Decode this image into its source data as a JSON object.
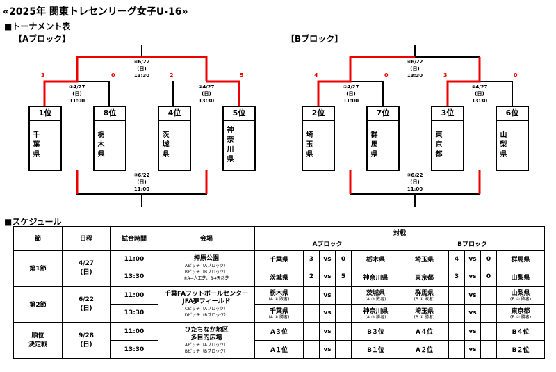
{
  "title": "«2025年 関東トレセンリーグ女子U-16»",
  "tournament_heading": "■トーナメント表",
  "schedule_heading": "■スケジュール",
  "block_a": {
    "label": "【Aブロック】",
    "teams": [
      {
        "rank": "1位",
        "name": "千葉県"
      },
      {
        "rank": "8位",
        "name": "栃木県"
      },
      {
        "rank": "4位",
        "name": "茨城県"
      },
      {
        "rank": "5位",
        "name": "神奈川県"
      }
    ],
    "match_final": "④6/22\n(日)\n13:30",
    "match_left": "①4/27\n(日)\n11:00",
    "match_right": "②4/27\n(日)\n13:30",
    "match_third": "③6/22\n(日)\n11:00",
    "scores": [
      "3",
      "0",
      "2",
      "5"
    ]
  },
  "block_b": {
    "label": "【Bブロック】",
    "teams": [
      {
        "rank": "2位",
        "name": "埼玉県"
      },
      {
        "rank": "7位",
        "name": "群馬県"
      },
      {
        "rank": "3位",
        "name": "東京都"
      },
      {
        "rank": "6位",
        "name": "山梨県"
      }
    ],
    "match_final": "④6/22\n(日)\n13:30",
    "match_left": "①4/27\n(日)\n11:00",
    "match_right": "②4/27\n(日)\n13:30",
    "match_third": "③6/22\n(日)\n11:00",
    "scores": [
      "4",
      "0",
      "3",
      "0"
    ]
  },
  "schedule": {
    "headers": {
      "round": "節",
      "date": "日程",
      "time": "試合時間",
      "venue": "会場",
      "match": "対戦",
      "block_a": "Aブロック",
      "block_b": "Bブロック"
    },
    "vs": "vs",
    "rounds": [
      {
        "round": "第1節",
        "date": "4/27",
        "day": "(日)",
        "venue": "押原公園",
        "venue_lines": [
          "Aピッチ（Aブロック）",
          "Bピッチ（Bブロック）",
          "※A→人工芝、B→天然芝"
        ],
        "slots": [
          {
            "time": "11:00",
            "a_home": "千葉県",
            "a_hs": "3",
            "a_as": "0",
            "a_away": "栃木県",
            "b_home": "埼玉県",
            "b_hs": "4",
            "b_as": "0",
            "b_away": "群馬県"
          },
          {
            "time": "13:30",
            "a_home": "茨城県",
            "a_hs": "2",
            "a_as": "5",
            "a_away": "神奈川県",
            "b_home": "東京都",
            "b_hs": "3",
            "b_as": "0",
            "b_away": "山梨県"
          }
        ]
      },
      {
        "round": "第2節",
        "date": "6/22",
        "day": "(日)",
        "venue": "千葉FAフットボールセンター",
        "venue2": "JFA夢フィールド",
        "venue_lines": [
          "Cピッチ（Aブロック）",
          "Dピッチ（Bブロック）"
        ],
        "slots": [
          {
            "time": "11:00",
            "a_home": "栃木県",
            "a_home_sub": "(A ① 敗者)",
            "a_hs": "",
            "a_as": "",
            "a_away": "茨城県",
            "a_away_sub": "(A ② 敗者)",
            "b_home": "群馬県",
            "b_home_sub": "(B ① 敗者)",
            "b_hs": "",
            "b_as": "",
            "b_away": "山梨県",
            "b_away_sub": "(B ② 敗者)"
          },
          {
            "time": "13:30",
            "a_home": "千葉県",
            "a_home_sub": "(A ① 勝者)",
            "a_hs": "",
            "a_as": "",
            "a_away": "神奈川県",
            "a_away_sub": "(A ② 勝者)",
            "b_home": "埼玉県",
            "b_home_sub": "(B ① 勝者)",
            "b_hs": "",
            "b_as": "",
            "b_away": "東京都",
            "b_away_sub": "(B ② 勝者)"
          }
        ]
      },
      {
        "round": "順位",
        "round2": "決定戦",
        "date": "9/28",
        "day": "(日)",
        "venue": "ひたちなか地区",
        "venue2": "多目的広場",
        "venue_lines": [
          "Aピッチ（Aブロック）",
          "Bピッチ（Bブロック）"
        ],
        "slots": [
          {
            "time": "11:00",
            "a_home": "A３位",
            "a_hs": "",
            "a_as": "",
            "a_away": "B３位",
            "b_home": "A４位",
            "b_hs": "",
            "b_as": "",
            "b_away": "B４位"
          },
          {
            "time": "13:30",
            "a_home": "A１位",
            "a_hs": "",
            "a_as": "",
            "a_away": "B１位",
            "b_home": "A２位",
            "b_hs": "",
            "b_as": "",
            "b_away": "B２位"
          }
        ]
      }
    ]
  }
}
